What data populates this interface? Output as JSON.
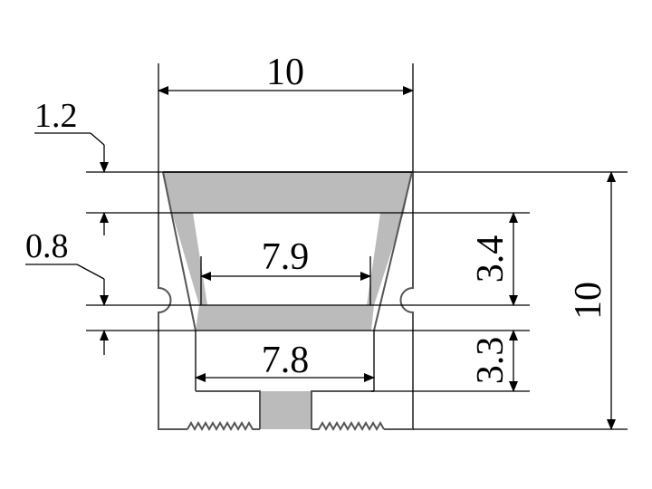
{
  "diagram": {
    "title": "",
    "colors": {
      "profile_stroke": "#555555",
      "fill": "#bbbbbb",
      "line": "#000000"
    },
    "dimensions": {
      "top_width": "10",
      "total_height": "10",
      "wall_top": "1.2",
      "upper_height": "3.4",
      "upper_inner_width": "7.9",
      "mid_wall": "0.8",
      "lower_inner_width": "7.8",
      "lower_height": "3.3"
    }
  }
}
